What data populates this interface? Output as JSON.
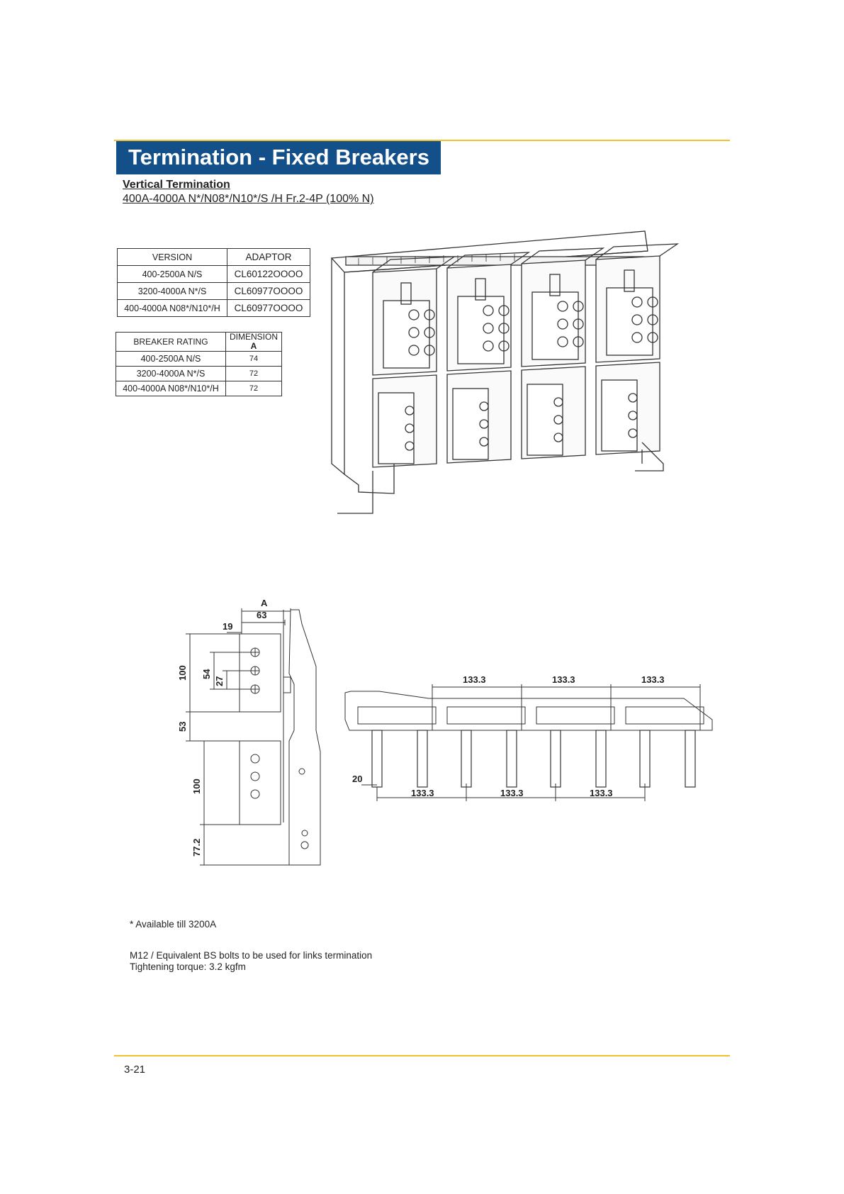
{
  "header": {
    "title": "Termination - Fixed Breakers"
  },
  "section": {
    "heading": "Vertical Termination",
    "subheading": "400A-4000A N*/N08*/N10*/S /H Fr.2-4P (100% N)"
  },
  "adaptor_table": {
    "headers": [
      "VERSION",
      "ADAPTOR"
    ],
    "rows": [
      [
        "400-2500A N/S",
        "CL60122OOOO"
      ],
      [
        "3200-4000A N*/S",
        "CL60977OOOO"
      ],
      [
        "400-4000A N08*/N10*/H",
        "CL60977OOOO"
      ]
    ]
  },
  "dimension_table": {
    "headers": [
      "BREAKER RATING",
      "DIMENSION"
    ],
    "header_sub": "A",
    "rows": [
      [
        "400-2500A N/S",
        "74"
      ],
      [
        "3200-4000A N*/S",
        "72"
      ],
      [
        "400-4000A N08*/N10*/H",
        "72"
      ]
    ]
  },
  "drawing_side": {
    "labels": [
      "A",
      "63",
      "19",
      "100",
      "54",
      "27",
      "53",
      "100",
      "77.2"
    ]
  },
  "drawing_top": {
    "top_spacings": [
      "133.3",
      "133.3",
      "133.3"
    ],
    "bottom_spacings": [
      "133.3",
      "133.3",
      "133.3"
    ],
    "offset": "20"
  },
  "notes": {
    "availability": "* Available till 3200A",
    "bolts": "M12 / Equivalent BS bolts to be used for links termination",
    "torque": "Tightening torque: 3.2 kgfm"
  },
  "footer": {
    "page_number": "3-21"
  }
}
